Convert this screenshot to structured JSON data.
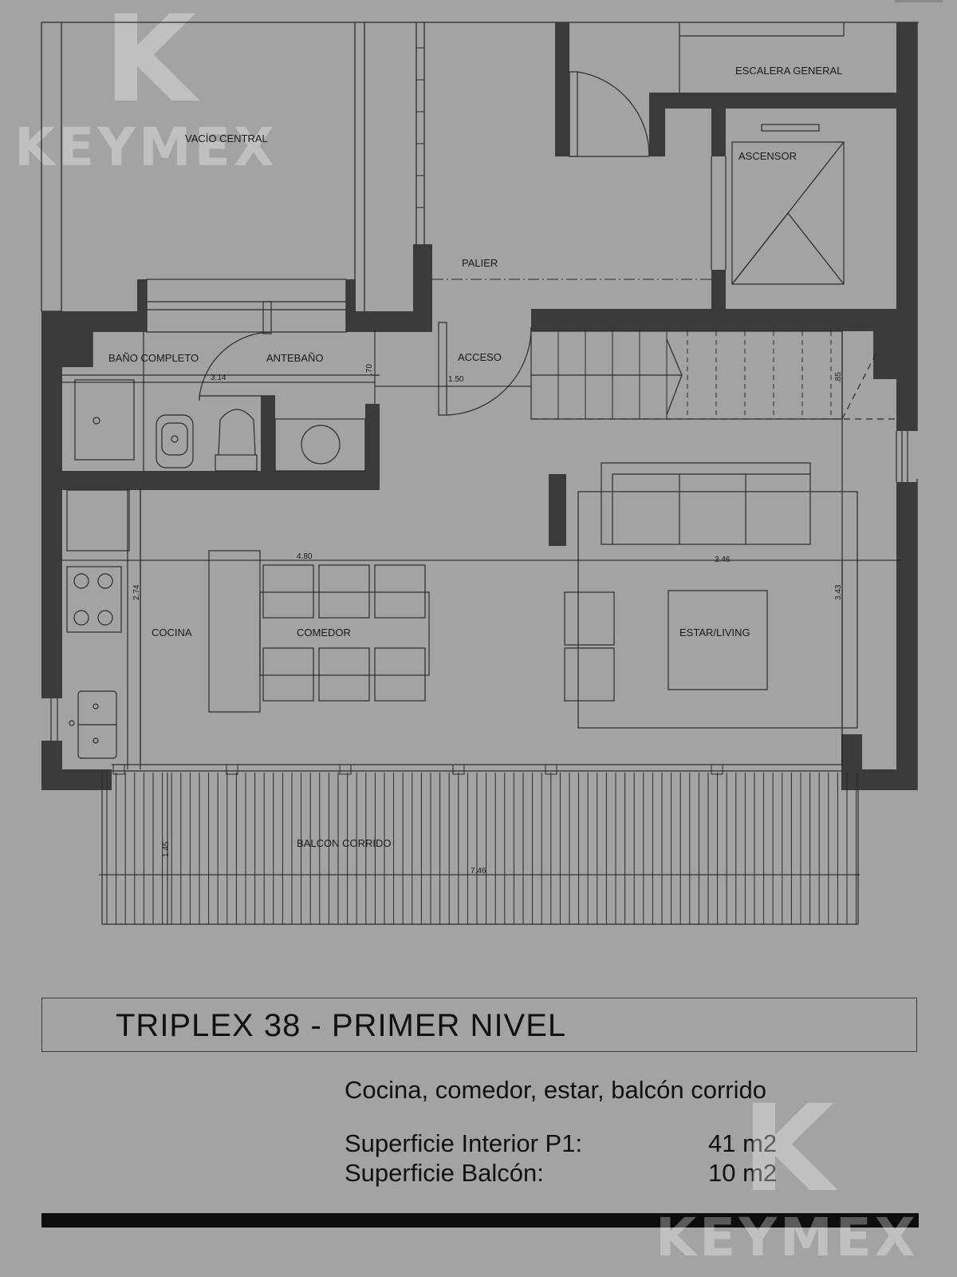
{
  "rooms": {
    "vacio_central": "VACÍO CENTRAL",
    "escalera_general": "ESCALERA GENERAL",
    "ascensor": "ASCENSOR",
    "palier": "PALIER",
    "bano_completo": "BAÑO COMPLETO",
    "antebano": "ANTEBAÑO",
    "acceso": "ACCESO",
    "cocina": "COCINA",
    "comedor": "COMEDOR",
    "estar_living": "ESTAR/LIVING",
    "balcon_corrido": "BALCON CORRIDO"
  },
  "dimensions": {
    "bath_width": "3.14",
    "antebano_depth": ".70",
    "acceso_width": "1.50",
    "stair_offset": ".85",
    "kitchen_width": "4.80",
    "living_width": "3.46",
    "kitchen_depth": "2.74",
    "living_depth": "3.43",
    "balcony_depth": "1.45",
    "balcony_length": "7.46"
  },
  "title": "TRIPLEX 38 - PRIMER NIVEL",
  "description": "Cocina, comedor, estar, balcón corrido",
  "areas": [
    {
      "label": "Superficie Interior P1:",
      "value": "41 m2"
    },
    {
      "label": "Superficie Balcón:",
      "value": "10 m2"
    }
  ],
  "watermark": {
    "letter": "K",
    "brand": "KEYMEX"
  },
  "colors": {
    "background": "#a3a3a3",
    "wall": "#3b3b3b",
    "line": "#2a2a2a"
  }
}
